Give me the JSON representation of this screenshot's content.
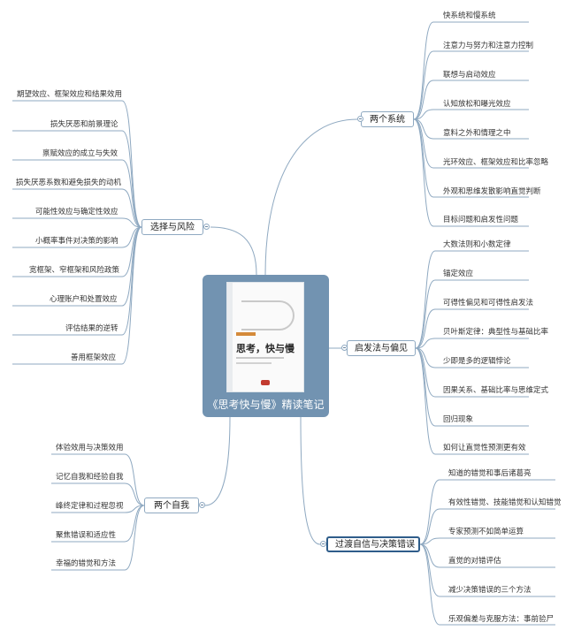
{
  "center": {
    "label": "《思考快与慢》精读笔记"
  },
  "book_cover": {
    "title": "思考，快与慢"
  },
  "branches": {
    "systems": {
      "label": "两个系统",
      "items": [
        "快系统和慢系统",
        "注意力与努力和注意力控制",
        "联想与启动效应",
        "认知放松和曝光效应",
        "意料之外和情理之中",
        "光环效应、框架效应和比率忽略",
        "外观和思维发散影响直觉判断",
        "目标问题和启发性问题"
      ]
    },
    "heuristics": {
      "label": "启发法与偏见",
      "items": [
        "大数法则和小数定律",
        "锚定效应",
        "可得性偏见和可得性启发法",
        "贝叶斯定律：典型性与基础比率",
        "少即是多的逻辑悖论",
        "因果关系、基础比率与思维定式",
        "回归现象",
        "如何让直觉性预测更有效"
      ]
    },
    "overconfidence": {
      "label": "过渡自信与决策错误",
      "items": [
        "知道的错觉和事后诸葛亮",
        "有效性错觉、技能错觉和认知错觉",
        "专家预测不如简单运算",
        "直觉的对错评估",
        "减少决策错误的三个方法",
        "乐观偏差与克服方法：事前验尸"
      ]
    },
    "choices": {
      "label": "选择与风险",
      "items": [
        "期望效应、框架效应和结果效用",
        "损失厌恶和前景理论",
        "禀赋效应的成立与失效",
        "损失厌恶系数和避免损失的动机",
        "可能性效应与确定性效应",
        "小概率事件对决策的影响",
        "宽框架、窄框架和风险政策",
        "心理账户和处置效应",
        "评估结果的逆转",
        "善用框架效应"
      ]
    },
    "selves": {
      "label": "两个自我",
      "items": [
        "体验效用与决策效用",
        "记忆自我和经验自我",
        "峰终定律和过程忽视",
        "聚焦错误和适应性",
        "幸福的错觉和方法"
      ]
    }
  },
  "colors": {
    "line": "#8fa9c1",
    "center_bg": "#7293b1",
    "selected_border": "#2f5d8a"
  }
}
